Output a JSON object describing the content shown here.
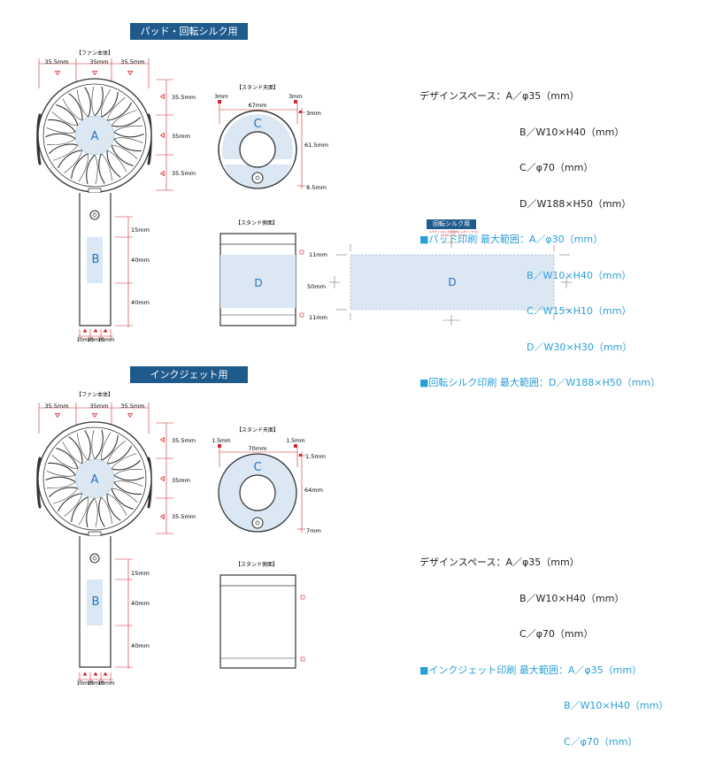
{
  "sections": [
    {
      "header": "パッド・回転シルク用",
      "fan_body_label": "【ファン本体】",
      "stand_top_label": "【スタンド天面】",
      "stand_side_label": "【スタンド側面】",
      "dims": {
        "top_left": "35.5mm",
        "top_mid": "35mm",
        "top_right": "35.5mm",
        "right_top": "35.5mm",
        "right_mid": "35mm",
        "right_bottom": "35.5mm",
        "handle_a": "15mm",
        "handle_b": "40mm",
        "handle_c": "40mm",
        "bottom_a": "10mm",
        "bottom_b": "10mm",
        "bottom_c": "10mm",
        "stand_left": "3mm",
        "stand_right": "3mm",
        "stand_width": "67mm",
        "stand_r_top": "3mm",
        "stand_r_mid": "61.5mm",
        "stand_r_bottom": "8.5mm",
        "side_top": "11mm",
        "side_mid": "50mm",
        "side_bottom": "11mm"
      },
      "area_labels": {
        "A": "A",
        "B": "B",
        "C": "C",
        "D": "D",
        "D2": "D"
      },
      "rotary_badge": "回転シルク用",
      "rotary_note": "※デザインはこの範囲内に入れてください",
      "rotary_note2": "W188×H50（mm）",
      "spec": {
        "line1": "デザインスペース：A／φ35（mm）",
        "line2": "B／W10×H40（mm）",
        "line3": "C／φ70（mm）",
        "line4": "D／W188×H50（mm）",
        "line5": "■パッド印刷 最大範囲：A／φ30（mm）",
        "line6": "B／W10×H40（mm）",
        "line7": "C／W15×H10（mm）",
        "line8": "D／W30×H30（mm）",
        "line9": "■回転シルク印刷 最大範囲：D／W188×H50（mm）"
      }
    },
    {
      "header": "インクジェット用",
      "fan_body_label": "【ファン本体】",
      "stand_top_label": "【スタンド天面】",
      "stand_side_label": "【スタンド側面】",
      "dims": {
        "top_left": "35.5mm",
        "top_mid": "35mm",
        "top_right": "35.5mm",
        "right_top": "35.5mm",
        "right_mid": "35mm",
        "right_bottom": "35.5mm",
        "handle_a": "15mm",
        "handle_b": "40mm",
        "handle_c": "40mm",
        "bottom_a": "10mm",
        "bottom_b": "10mm",
        "bottom_c": "10mm",
        "stand_left": "1.5mm",
        "stand_right": "1.5mm",
        "stand_width": "70mm",
        "stand_r_top": "1.5mm",
        "stand_r_mid": "64mm",
        "stand_r_bottom": "7mm"
      },
      "area_labels": {
        "A": "A",
        "B": "B",
        "C": "C"
      },
      "spec": {
        "line1": "デザインスペース：A／φ35（mm）",
        "line2": "B／W10×H40（mm）",
        "line3": "C／φ70（mm）",
        "line4": "■インクジェット印刷 最大範囲：A／φ35（mm）",
        "line5": "B／W10×H40（mm）",
        "line6": "C／φ70（mm）"
      }
    }
  ],
  "colors": {
    "header_bg": "#1e5a8c",
    "dim_red": "#d0272b",
    "area_fill": "#dbe7f3",
    "area_text": "#2a74b8",
    "accent_blue": "#2a9fd8"
  }
}
